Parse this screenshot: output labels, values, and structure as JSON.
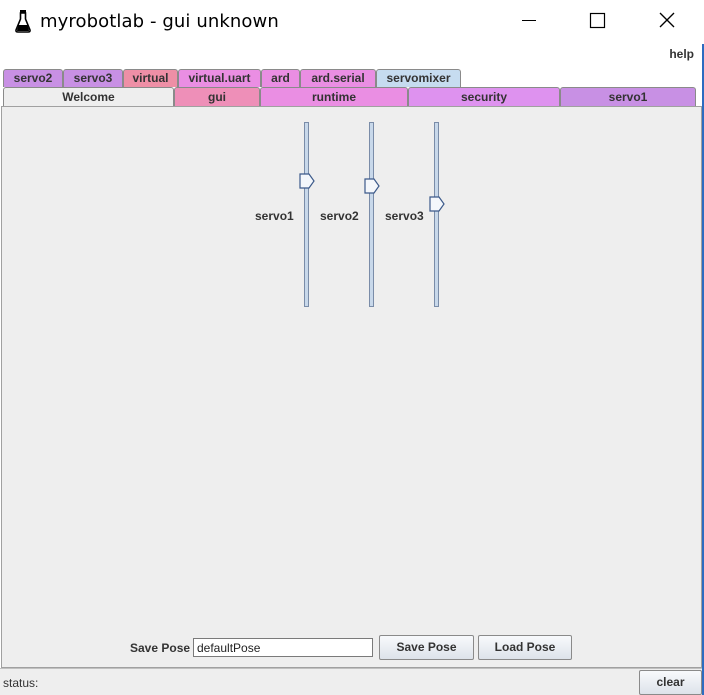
{
  "window": {
    "title": "myrobotlab - gui unknown",
    "controls": {
      "minimize": "minimize-icon",
      "maximize": "maximize-icon",
      "close": "close-icon"
    }
  },
  "menu": {
    "help": "help"
  },
  "tabs_row1": [
    {
      "label": "servo2",
      "color": "#c890e4"
    },
    {
      "label": "servo3",
      "color": "#c890e4"
    },
    {
      "label": "virtual",
      "color": "#ee8fa6"
    },
    {
      "label": "virtual.uart",
      "color": "#ea8ee3"
    },
    {
      "label": "ard",
      "color": "#ea8ee3"
    },
    {
      "label": "ard.serial",
      "color": "#ea8ee3"
    },
    {
      "label": "servomixer",
      "color": "#c6dcf0"
    }
  ],
  "tabs_row2": [
    {
      "label": "Welcome",
      "color": "#eeeeee"
    },
    {
      "label": "gui",
      "color": "#ee8fb8"
    },
    {
      "label": "runtime",
      "color": "#ea8ee3"
    },
    {
      "label": "security",
      "color": "#de92ef"
    },
    {
      "label": "servo1",
      "color": "#c890e4"
    }
  ],
  "sliders": [
    {
      "label": "servo1",
      "value": 0.7
    },
    {
      "label": "servo2",
      "value": 0.67
    },
    {
      "label": "servo3",
      "value": 0.56
    }
  ],
  "pose": {
    "label": "Save Pose",
    "input_value": "defaultPose",
    "save_button": "Save Pose",
    "load_button": "Load Pose"
  },
  "status": {
    "text": "status:",
    "clear_button": "clear"
  }
}
